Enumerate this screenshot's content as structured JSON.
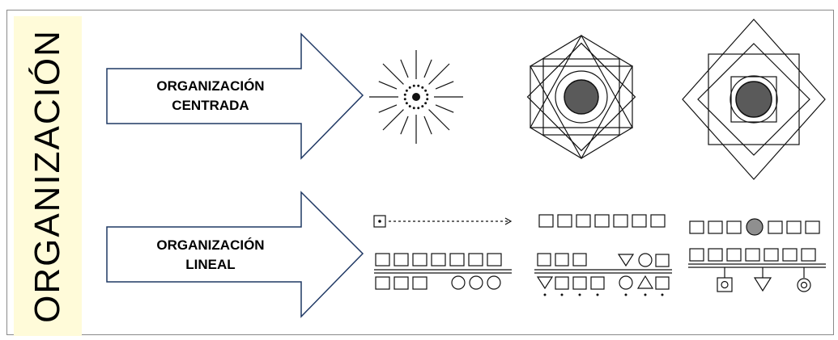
{
  "side_title": "ORGANIZACIÓN",
  "colors": {
    "side_panel": "#fffbd9",
    "arrow_stroke": "#1f3864",
    "border": "#8a8a8a",
    "drawing": "#111111",
    "core_fill": "#5a5a5a"
  },
  "arrows": [
    {
      "line1": "ORGANIZACIÓN",
      "line2": "CENTRADA"
    },
    {
      "line1": "ORGANIZACIÓN",
      "line2": "LINEAL"
    }
  ],
  "icons": {
    "radial_burst": "radial-burst-icon",
    "hexagram": "hexagram-mandala-icon",
    "nested_squares": "nested-squares-mandala-icon",
    "dotted_line": "dotted-line-arrow-icon",
    "square_row": "square-row-icon",
    "spine_grouping": "spine-grouping-icon",
    "mixed_spine": "mixed-shapes-spine-icon",
    "highlighted_row": "highlighted-square-row-icon",
    "branched_spine": "branched-spine-icon"
  }
}
